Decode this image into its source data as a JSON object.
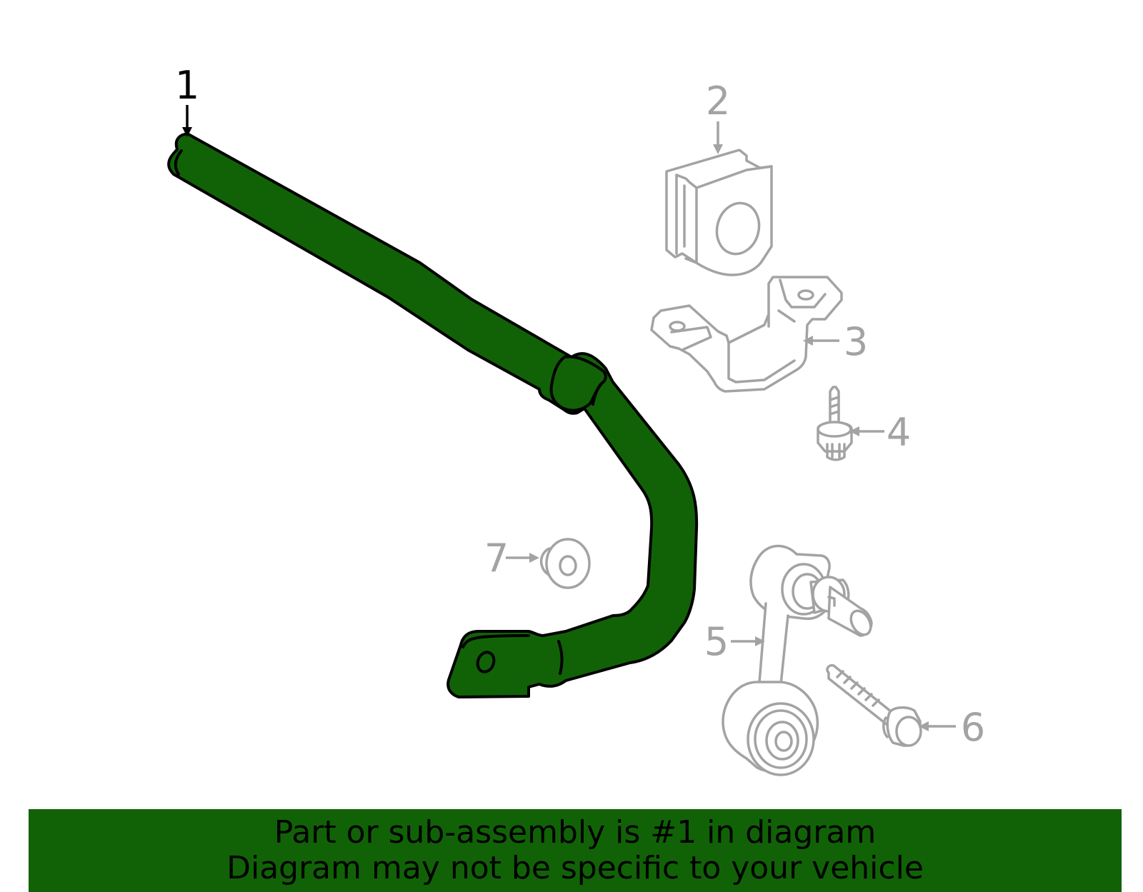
{
  "colors": {
    "highlight": "#116207",
    "inactive_line": "#a3a3a3",
    "outline": "#000000",
    "banner_bg": "#116207",
    "banner_text": "#000000"
  },
  "callouts": [
    {
      "label": "1",
      "part": "stabilizer-bar",
      "highlighted": true
    },
    {
      "label": "2",
      "part": "bushing",
      "highlighted": false
    },
    {
      "label": "3",
      "part": "bracket",
      "highlighted": false
    },
    {
      "label": "4",
      "part": "bolt",
      "highlighted": false
    },
    {
      "label": "5",
      "part": "stabilizer-link",
      "highlighted": false
    },
    {
      "label": "6",
      "part": "bolt",
      "highlighted": false
    },
    {
      "label": "7",
      "part": "nut",
      "highlighted": false
    }
  ],
  "banner": {
    "line1": "Part or sub-assembly is #1 in diagram",
    "line2": "Diagram may not be specific to your vehicle"
  }
}
